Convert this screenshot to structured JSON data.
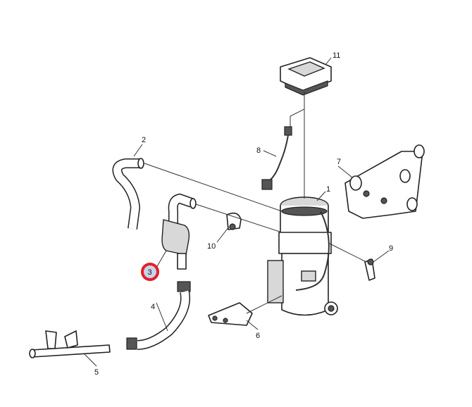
{
  "diagram": {
    "callouts": [
      "1",
      "2",
      "3",
      "4",
      "5",
      "6",
      "7",
      "8",
      "9",
      "10",
      "11"
    ],
    "highlighted_callout": "3",
    "highlight_color": "#e0202a",
    "highlight_fill": "#c9d3e6"
  }
}
